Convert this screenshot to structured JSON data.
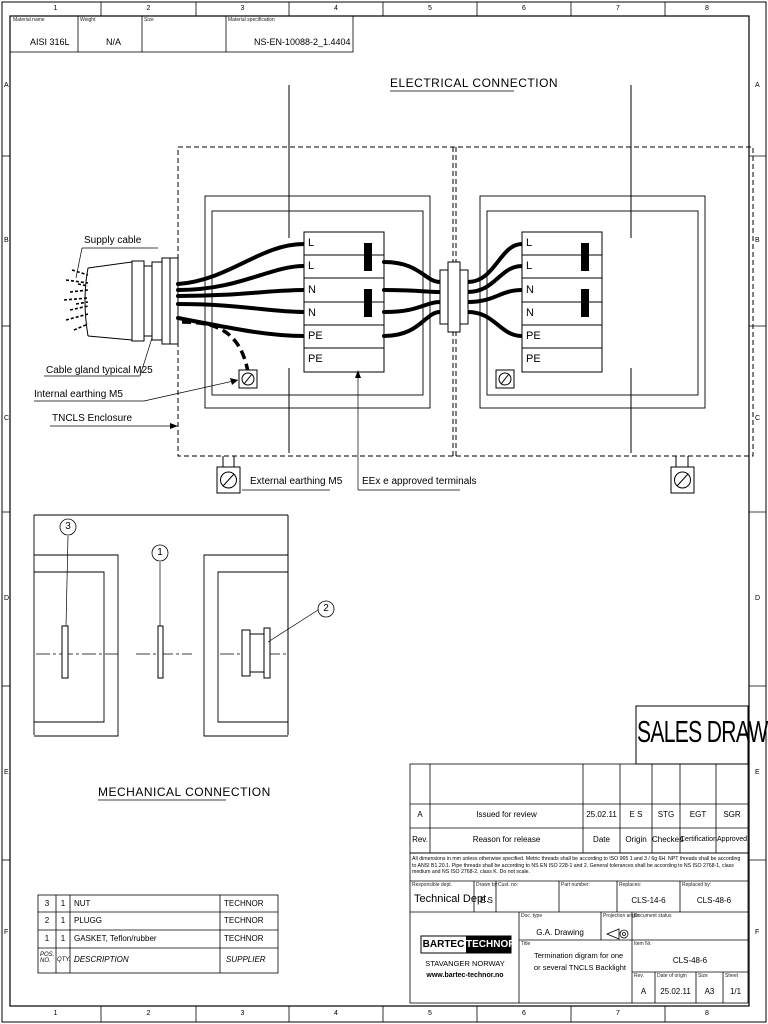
{
  "frame": {
    "columns": [
      "1",
      "2",
      "3",
      "4",
      "5",
      "6",
      "7",
      "8"
    ],
    "rows": [
      "A",
      "B",
      "C",
      "D",
      "E",
      "F"
    ]
  },
  "material": {
    "name_label": "Material name",
    "name_value": "AISI 316L",
    "weight_label": "Weight",
    "weight_value": "N/A",
    "size_label": "Size",
    "spec_label": "Material specification",
    "spec_value": "NS-EN-10088-2_1.4404"
  },
  "titles": {
    "electrical": "ELECTRICAL CONNECTION",
    "mechanical": "MECHANICAL CONNECTION",
    "sales": "SALES DRAWING"
  },
  "callouts": {
    "supply_cable": "Supply cable",
    "cable_gland": "Cable gland typical M25",
    "internal_earthing": "Internal earthing M5",
    "enclosure": "TNCLS Enclosure",
    "external_earthing": "External earthing M5",
    "terminals": "EEx e approved terminals"
  },
  "terminals_left": [
    "L",
    "L",
    "N",
    "N",
    "PE",
    "PE"
  ],
  "terminals_right": [
    "L",
    "L",
    "N",
    "N",
    "PE",
    "PE"
  ],
  "balloons": [
    "3",
    "1",
    "2"
  ],
  "parts_list": {
    "rows": [
      {
        "pos": "3",
        "qty": "1",
        "desc": "NUT",
        "supplier": "TECHNOR"
      },
      {
        "pos": "2",
        "qty": "1",
        "desc": "PLUGG",
        "supplier": "TECHNOR"
      },
      {
        "pos": "1",
        "qty": "1",
        "desc": "GASKET, Teflon/rubber",
        "supplier": "TECHNOR"
      }
    ],
    "header": {
      "pos": "POS. NO.",
      "qty": "QTY.",
      "desc": "DESCRIPTION",
      "supplier": "SUPPLIER"
    }
  },
  "revision": {
    "row": {
      "rev": "A",
      "reason": "Issued for review",
      "date": "25.02.11",
      "origin": "E S",
      "checked": "STG",
      "cert": "EGT",
      "approved": "SGR"
    },
    "header": {
      "rev": "Rev.",
      "reason": "Reason for release",
      "date": "Date",
      "origin": "Origin",
      "checked": "Checked",
      "cert": "Certification",
      "approved": "Approved"
    }
  },
  "notes": "All dimensions in mm unless otherwise specified. Metric threads shall be according to ISO 965 1 and 3 / 6g 6H. NPT threads shall be according to ANSI B1.20.1. Pipe threads shall be according to NS EN ISO 228-1 and 2. General tolerances shall be according to NS ISO 2768-1, class medium and NS ISO 2768-2, class K. Do not scale.",
  "titleblock": {
    "resp_label": "Responsible dept.",
    "resp_value": "Technical Dept.",
    "drawn_label": "Drawn by:",
    "drawn_value": "E S",
    "cust_label": "Cust. no:",
    "part_label": "Part number:",
    "replaces_label": "Replaces:",
    "replaces_value": "CLS-14-6",
    "replaced_label": "Replaced by:",
    "replaced_value": "CLS-48-6",
    "doctype_label": "Doc. type",
    "doctype_value": "G.A. Drawing",
    "proj_label": "Projection angle",
    "docstatus_label": "Document status",
    "title_label": "Title",
    "title_value_1": "Termination digram for one",
    "title_value_2": "or several TNCLS Backlight",
    "item_label": "Item Nr.",
    "item_value": "CLS-48-6",
    "rev_label": "Rev.",
    "rev_value": "A",
    "date_label": "Date of origin",
    "date_value": "25.02.11",
    "size_label": "Size",
    "size_value": "A3",
    "sheet_label": "Sheet",
    "sheet_value": "1/1",
    "company_a": "BARTEC",
    "company_b": "TECHNOR",
    "city": "STAVANGER   NORWAY",
    "web": "www.bartec-technor.no"
  }
}
